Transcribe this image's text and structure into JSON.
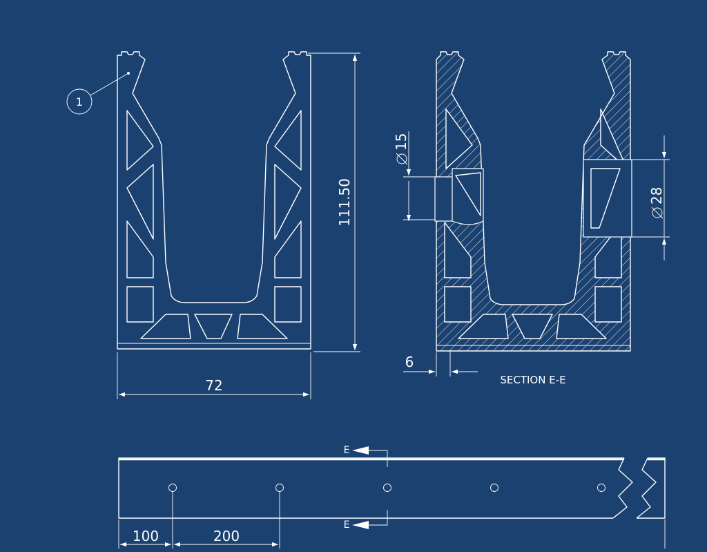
{
  "drawing": {
    "balloon_number": "1",
    "width_dim": "72",
    "height_dim": "111.50",
    "hole_small_dim": "15",
    "hole_large_dim": "28",
    "wall_dim": "6",
    "section_title": "SECTION E-E",
    "section_marker_top": "E",
    "section_marker_bottom": "E",
    "spacing_first": "100",
    "spacing_pitch": "200",
    "colors": {
      "background": "#1b4170",
      "lines": "#ffffff"
    }
  }
}
